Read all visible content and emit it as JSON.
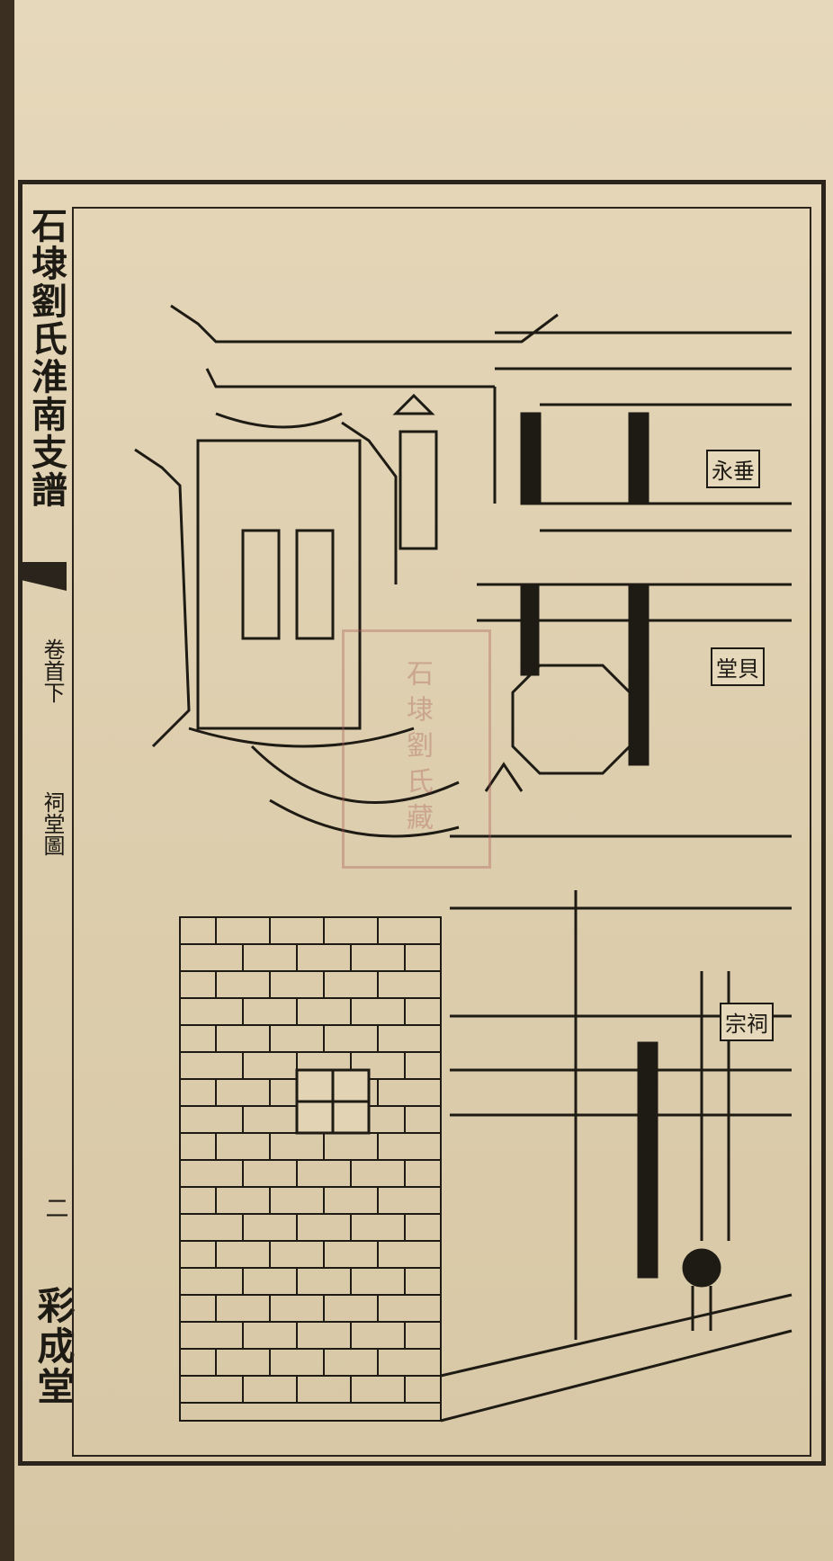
{
  "book": {
    "title": "石埭劉氏淮南支譜",
    "volume": "卷首下",
    "section": "祠堂圖",
    "page_number": "二",
    "publisher": "彩成堂"
  },
  "drawing": {
    "labels": {
      "label_1": "永垂",
      "label_2": "堂貝",
      "label_3": "宗祠"
    }
  },
  "seal": {
    "text": "石埭劉氏藏"
  }
}
